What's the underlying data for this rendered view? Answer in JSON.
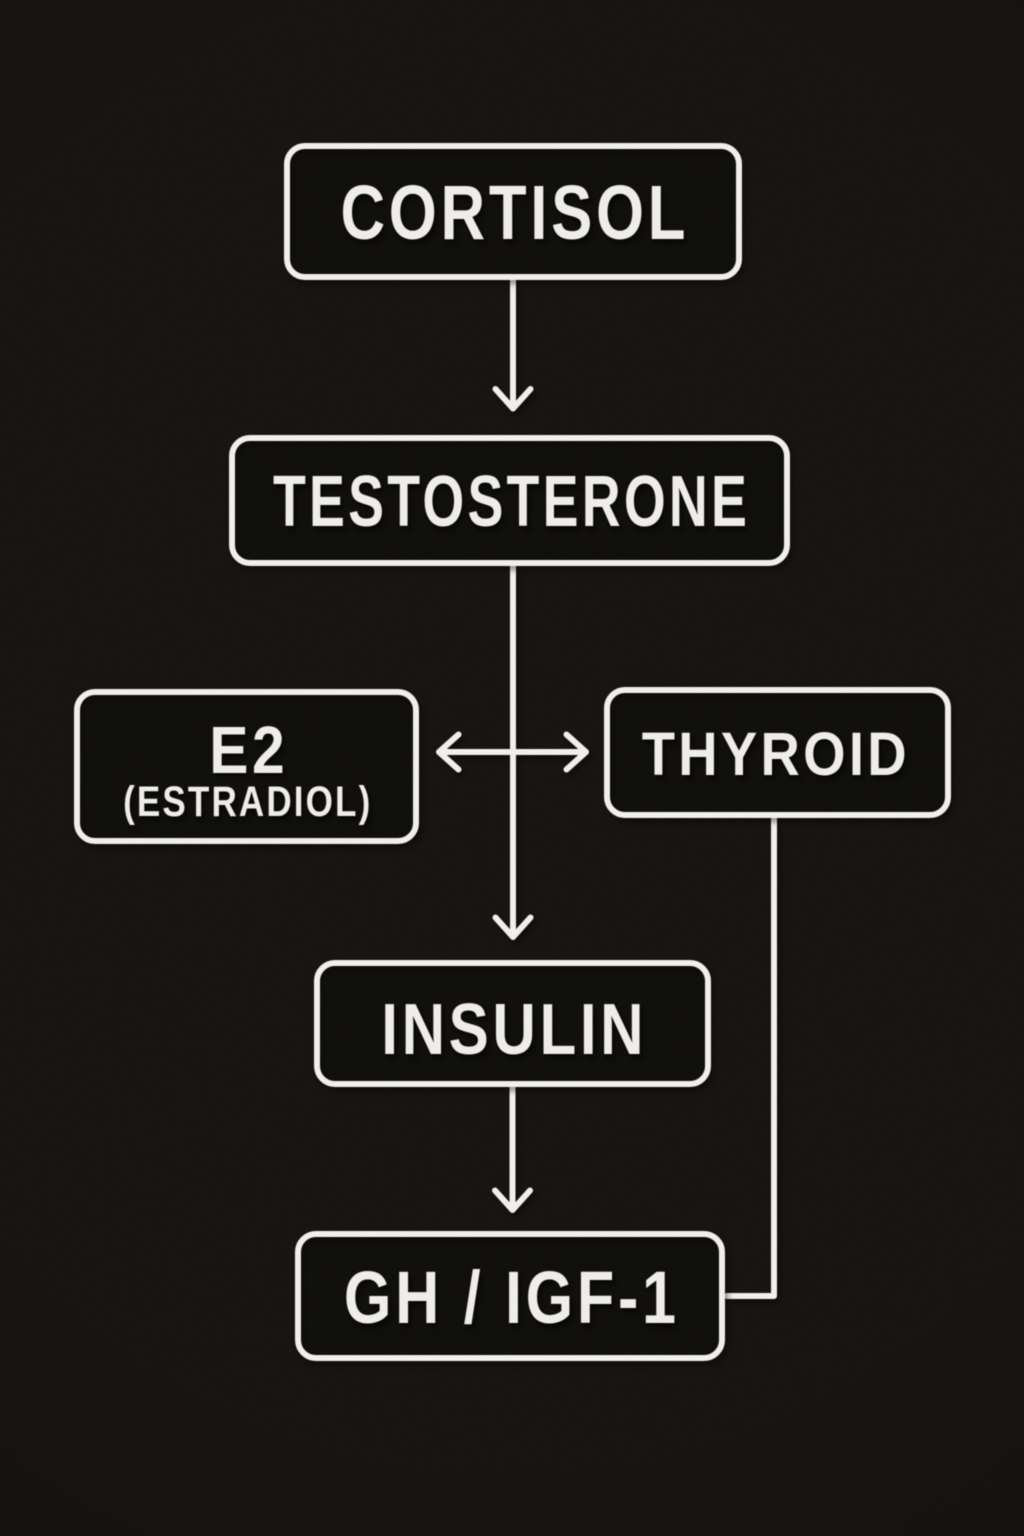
{
  "meta": {
    "description": "Hormone cascade flowchart poster on dark background",
    "background_color": "#151311",
    "line_color": "#f2f0ed",
    "text_color": "#f0eeeb"
  },
  "diagram": {
    "nodes": [
      {
        "id": "cortisol",
        "label": "CORTISOL"
      },
      {
        "id": "testosterone",
        "label": "TESTOSTERONE"
      },
      {
        "id": "e2",
        "label": "E2",
        "sublabel": "(ESTRADIOL)"
      },
      {
        "id": "thyroid",
        "label": "THYROID"
      },
      {
        "id": "insulin",
        "label": "INSULIN"
      },
      {
        "id": "gh_igf1",
        "label": "GH / IGF-1"
      }
    ],
    "edges": [
      {
        "from": "cortisol",
        "to": "testosterone",
        "type": "arrow-down"
      },
      {
        "from": "testosterone",
        "to": "insulin",
        "type": "arrow-down"
      },
      {
        "from": "e2",
        "to": "thyroid",
        "type": "double-headed-arrow"
      },
      {
        "from": "insulin",
        "to": "gh_igf1",
        "type": "arrow-down"
      },
      {
        "from": "thyroid",
        "to": "gh_igf1",
        "type": "elbow-line"
      }
    ]
  }
}
